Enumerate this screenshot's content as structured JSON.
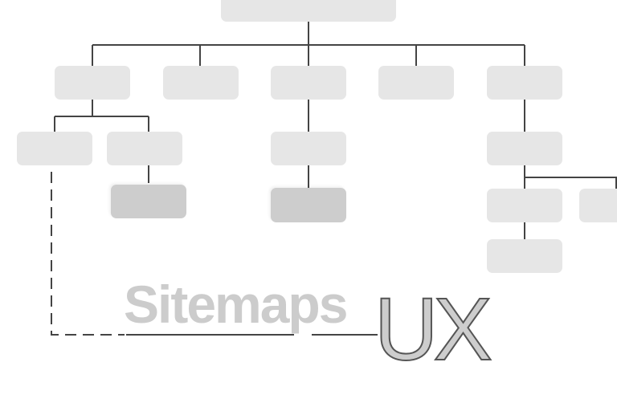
{
  "diagram": {
    "type": "sitemap",
    "title_word": "Sitemaps",
    "title_acronym": "UX",
    "colors": {
      "background": "#ffffff",
      "node": "#e6e6e6",
      "node_highlight": "#cdcdcd",
      "line": "#444444",
      "title_text": "#cccccc",
      "ux_stroke": "#555555"
    },
    "nodes": [
      {
        "id": "root",
        "level": 0
      },
      {
        "id": "l1-1",
        "level": 1
      },
      {
        "id": "l1-2",
        "level": 1
      },
      {
        "id": "l1-3",
        "level": 1
      },
      {
        "id": "l1-4",
        "level": 1
      },
      {
        "id": "l1-5",
        "level": 1
      },
      {
        "id": "l2-1a",
        "level": 2,
        "parent": "l1-1"
      },
      {
        "id": "l2-1b",
        "level": 2,
        "parent": "l1-1"
      },
      {
        "id": "l2-3",
        "level": 2,
        "parent": "l1-3"
      },
      {
        "id": "l2-5",
        "level": 2,
        "parent": "l1-5"
      },
      {
        "id": "l3-1b",
        "level": 3,
        "parent": "l2-1b",
        "highlighted": true
      },
      {
        "id": "l3-3",
        "level": 3,
        "parent": "l2-3",
        "highlighted": true
      },
      {
        "id": "l3-5a",
        "level": 3,
        "parent": "l2-5"
      },
      {
        "id": "l3-5b",
        "level": 3,
        "parent": "l2-5"
      },
      {
        "id": "l4-5a",
        "level": 4,
        "parent": "l3-5a"
      }
    ]
  }
}
